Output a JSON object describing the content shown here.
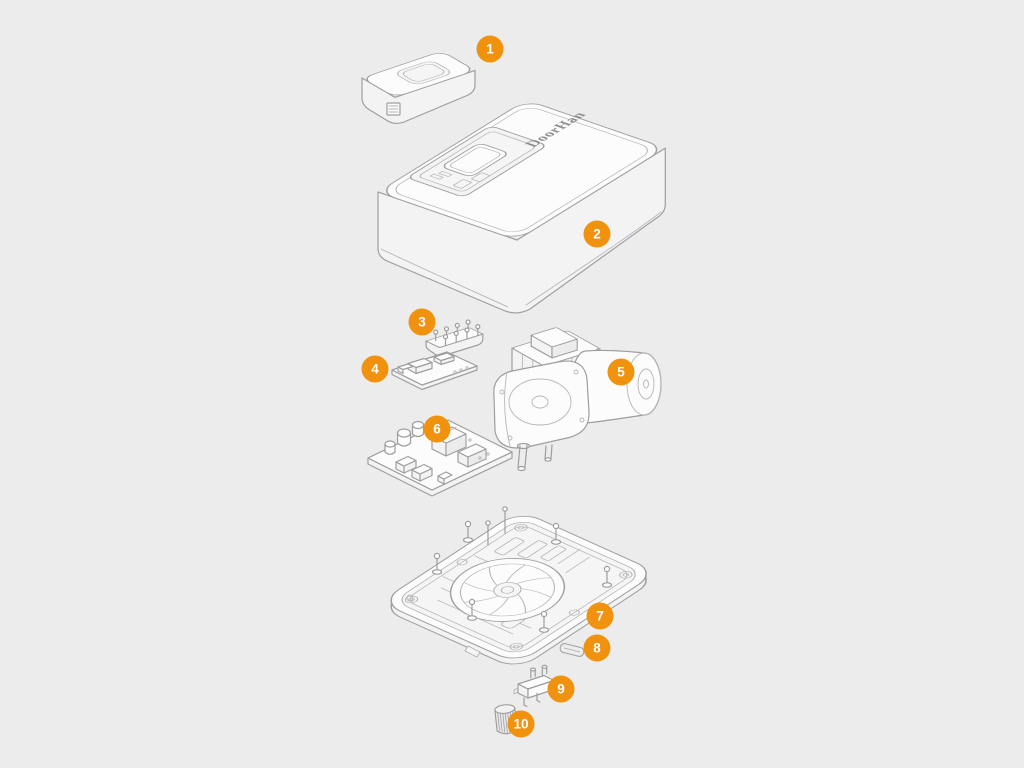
{
  "colors": {
    "accent": "#f0920d",
    "background": "#ececec",
    "line": "#9e9e9e"
  },
  "brand": {
    "logo_text": "DoorHan"
  },
  "callouts": [
    {
      "number": "1"
    },
    {
      "number": "2"
    },
    {
      "number": "3"
    },
    {
      "number": "4"
    },
    {
      "number": "5"
    },
    {
      "number": "6"
    },
    {
      "number": "7"
    },
    {
      "number": "8"
    },
    {
      "number": "9"
    },
    {
      "number": "10"
    }
  ]
}
